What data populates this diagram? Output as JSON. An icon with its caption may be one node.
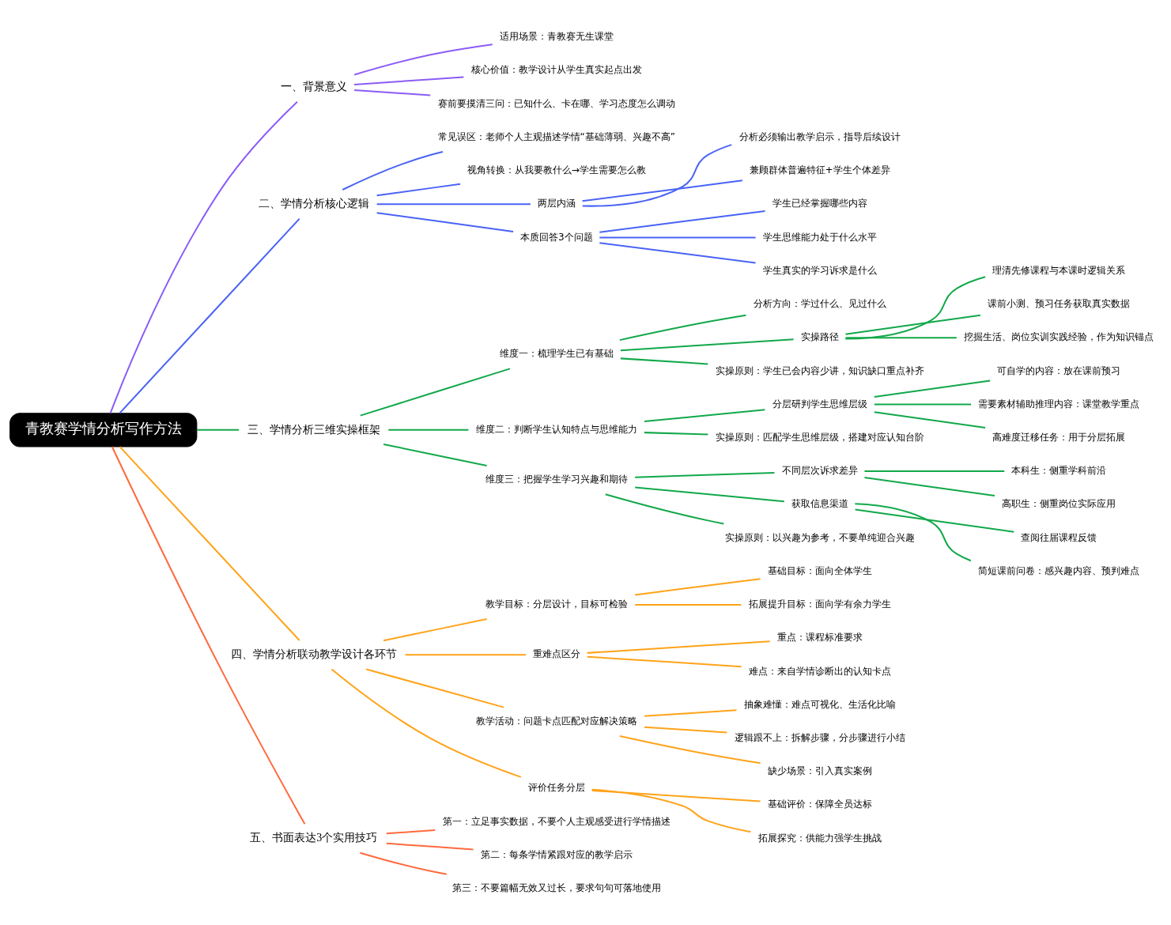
{
  "diagram": {
    "nodes": [
      {
        "text": [
          "青教赛学情分析写作方法"
        ]
      },
      {
        "text": [
          "一、背景意义"
        ]
      },
      {
        "text": [
          "适用场景：青教赛无生课堂"
        ]
      },
      {
        "text": [
          "核心价值：教学设计从学生真实起点出发"
        ]
      },
      {
        "text": [
          "赛前要摸清三问：已知什么、卡在哪、学习态度怎么调动"
        ]
      },
      {
        "text": [
          "二、学情分析核心逻辑"
        ]
      },
      {
        "text": [
          "常见误区：老师个人主观描述学情“基础薄弱、兴趣不高”"
        ]
      },
      {
        "text": [
          "视角转换：从我要教什么→学生需要怎么教"
        ]
      },
      {
        "text": [
          "两层内涵"
        ]
      },
      {
        "text": [
          "分析必须输出教学启示，指导后续设计"
        ]
      },
      {
        "text": [
          "兼顾群体普遍特征+学生个体差异"
        ]
      },
      {
        "text": [
          "本质回答3个问题"
        ]
      },
      {
        "text": [
          "学生已经掌握哪些内容"
        ]
      },
      {
        "text": [
          "学生思维能力处于什么水平"
        ]
      },
      {
        "text": [
          "学生真实的学习诉求是什么"
        ]
      },
      {
        "text": [
          "三、学情分析三维实操框架"
        ]
      },
      {
        "text": [
          "维度一：梳理学生已有基础"
        ]
      },
      {
        "text": [
          "分析方向：学过什么、见过什么"
        ]
      },
      {
        "text": [
          "实操路径"
        ]
      },
      {
        "text": [
          "理清先修课程与本课时逻辑关系"
        ]
      },
      {
        "text": [
          "课前小测、预习任务获取真实数据"
        ]
      },
      {
        "text": [
          "挖掘生活、岗位实训实践经验，作为知识锚点"
        ]
      },
      {
        "text": [
          "实操原则：学生已会内容少讲，知识缺口重点补齐"
        ]
      },
      {
        "text": [
          "维度二：判断学生认知特点与思维能力"
        ]
      },
      {
        "text": [
          "分层研判学生思维层级"
        ]
      },
      {
        "text": [
          "可自学的内容：放在课前预习"
        ]
      },
      {
        "text": [
          "需要素材辅助推理内容：课堂教学重点"
        ]
      },
      {
        "text": [
          "高难度迁移任务：用于分层拓展"
        ]
      },
      {
        "text": [
          "实操原则：匹配学生思维层级，搭建对应认知台阶"
        ]
      },
      {
        "text": [
          "维度三：把握学生学习兴趣和期待"
        ]
      },
      {
        "text": [
          "不同层次诉求差异"
        ]
      },
      {
        "text": [
          "本科生：侧重学科前沿"
        ]
      },
      {
        "text": [
          "高职生：侧重岗位实际应用"
        ]
      },
      {
        "text": [
          "获取信息渠道"
        ]
      },
      {
        "text": [
          "查阅往届课程反馈"
        ]
      },
      {
        "text": [
          "简短课前问卷：感兴趣内容、预判难点"
        ]
      },
      {
        "text": [
          "实操原则：以兴趣为参考，不要单纯迎合兴趣"
        ]
      },
      {
        "text": [
          "四、学情分析联动教学设计各环节"
        ]
      },
      {
        "text": [
          "教学目标：分层设计，目标可检验"
        ]
      },
      {
        "text": [
          "基础目标：面向全体学生"
        ]
      },
      {
        "text": [
          "拓展提升目标：面向学有余力学生"
        ]
      },
      {
        "text": [
          "重难点区分"
        ]
      },
      {
        "text": [
          "重点：课程标准要求"
        ]
      },
      {
        "text": [
          "难点：来自学情诊断出的认知卡点"
        ]
      },
      {
        "text": [
          "教学活动：问题卡点匹配对应解决策略"
        ]
      },
      {
        "text": [
          "抽象难懂：难点可视化、生活化比喻"
        ]
      },
      {
        "text": [
          "逻辑跟不上：拆解步骤，分步骤进行小结"
        ]
      },
      {
        "text": [
          "缺少场景：引入真实案例"
        ]
      },
      {
        "text": [
          "评价任务分层"
        ]
      },
      {
        "text": [
          "基础评价：保障全员达标"
        ]
      },
      {
        "text": [
          "拓展探究：供能力强学生挑战"
        ]
      },
      {
        "text": [
          "五、书面表达3个实用技巧"
        ]
      },
      {
        "text": [
          "第一：立足事实数据，不要个人主观感受进行学情描述"
        ]
      },
      {
        "text": [
          "第二：每条学情紧跟对应的教学启示"
        ]
      },
      {
        "text": [
          "第三：不要篇幅无效又过长，要求句句可落地使用"
        ]
      }
    ],
    "edges": [
      {
        "from": 0,
        "to": 1,
        "arrow": "none",
        "color": "#8b5cf6"
      },
      {
        "from": 1,
        "to": 2,
        "arrow": "none",
        "color": "#8b5cf6"
      },
      {
        "from": 1,
        "to": 3,
        "arrow": "none",
        "color": "#8b5cf6"
      },
      {
        "from": 1,
        "to": 4,
        "arrow": "none",
        "color": "#8b5cf6"
      },
      {
        "from": 0,
        "to": 5,
        "arrow": "none",
        "color": "#4a63f5"
      },
      {
        "from": 5,
        "to": 6,
        "arrow": "none",
        "color": "#4a63f5"
      },
      {
        "from": 5,
        "to": 7,
        "arrow": "none",
        "color": "#4a63f5"
      },
      {
        "from": 5,
        "to": 8,
        "arrow": "none",
        "color": "#4a63f5"
      },
      {
        "from": 8,
        "to": 9,
        "arrow": "none",
        "color": "#4a63f5"
      },
      {
        "from": 8,
        "to": 10,
        "arrow": "none",
        "color": "#4a63f5"
      },
      {
        "from": 5,
        "to": 11,
        "arrow": "none",
        "color": "#4a63f5"
      },
      {
        "from": 11,
        "to": 12,
        "arrow": "none",
        "color": "#4a63f5"
      },
      {
        "from": 11,
        "to": 13,
        "arrow": "none",
        "color": "#4a63f5"
      },
      {
        "from": 11,
        "to": 14,
        "arrow": "none",
        "color": "#4a63f5"
      },
      {
        "from": 0,
        "to": 15,
        "arrow": "none",
        "color": "#12a84a"
      },
      {
        "from": 15,
        "to": 16,
        "arrow": "none",
        "color": "#12a84a"
      },
      {
        "from": 16,
        "to": 17,
        "arrow": "none",
        "color": "#12a84a"
      },
      {
        "from": 16,
        "to": 18,
        "arrow": "none",
        "color": "#12a84a"
      },
      {
        "from": 18,
        "to": 19,
        "arrow": "none",
        "color": "#12a84a"
      },
      {
        "from": 18,
        "to": 20,
        "arrow": "none",
        "color": "#12a84a"
      },
      {
        "from": 18,
        "to": 21,
        "arrow": "none",
        "color": "#12a84a"
      },
      {
        "from": 16,
        "to": 22,
        "arrow": "none",
        "color": "#12a84a"
      },
      {
        "from": 15,
        "to": 23,
        "arrow": "none",
        "color": "#12a84a"
      },
      {
        "from": 23,
        "to": 24,
        "arrow": "none",
        "color": "#12a84a"
      },
      {
        "from": 24,
        "to": 25,
        "arrow": "none",
        "color": "#12a84a"
      },
      {
        "from": 24,
        "to": 26,
        "arrow": "none",
        "color": "#12a84a"
      },
      {
        "from": 24,
        "to": 27,
        "arrow": "none",
        "color": "#12a84a"
      },
      {
        "from": 23,
        "to": 28,
        "arrow": "none",
        "color": "#12a84a"
      },
      {
        "from": 15,
        "to": 29,
        "arrow": "none",
        "color": "#12a84a"
      },
      {
        "from": 29,
        "to": 30,
        "arrow": "none",
        "color": "#12a84a"
      },
      {
        "from": 30,
        "to": 31,
        "arrow": "none",
        "color": "#12a84a"
      },
      {
        "from": 30,
        "to": 32,
        "arrow": "none",
        "color": "#12a84a"
      },
      {
        "from": 29,
        "to": 33,
        "arrow": "none",
        "color": "#12a84a"
      },
      {
        "from": 33,
        "to": 34,
        "arrow": "none",
        "color": "#12a84a"
      },
      {
        "from": 33,
        "to": 35,
        "arrow": "none",
        "color": "#12a84a"
      },
      {
        "from": 29,
        "to": 36,
        "arrow": "none",
        "color": "#12a84a"
      },
      {
        "from": 0,
        "to": 37,
        "arrow": "none",
        "color": "#ffa31a"
      },
      {
        "from": 37,
        "to": 38,
        "arrow": "none",
        "color": "#ffa31a"
      },
      {
        "from": 38,
        "to": 39,
        "arrow": "none",
        "color": "#ffa31a"
      },
      {
        "from": 38,
        "to": 40,
        "arrow": "none",
        "color": "#ffa31a"
      },
      {
        "from": 37,
        "to": 41,
        "arrow": "none",
        "color": "#ffa31a"
      },
      {
        "from": 41,
        "to": 42,
        "arrow": "none",
        "color": "#ffa31a"
      },
      {
        "from": 41,
        "to": 43,
        "arrow": "none",
        "color": "#ffa31a"
      },
      {
        "from": 37,
        "to": 44,
        "arrow": "none",
        "color": "#ffa31a"
      },
      {
        "from": 44,
        "to": 45,
        "arrow": "none",
        "color": "#ffa31a"
      },
      {
        "from": 44,
        "to": 46,
        "arrow": "none",
        "color": "#ffa31a"
      },
      {
        "from": 44,
        "to": 47,
        "arrow": "none",
        "color": "#ffa31a"
      },
      {
        "from": 37,
        "to": 48,
        "arrow": "none",
        "color": "#ffa31a"
      },
      {
        "from": 48,
        "to": 49,
        "arrow": "none",
        "color": "#ffa31a"
      },
      {
        "from": 48,
        "to": 50,
        "arrow": "none",
        "color": "#ffa31a"
      },
      {
        "from": 0,
        "to": 51,
        "arrow": "none",
        "color": "#ff6a3d"
      },
      {
        "from": 51,
        "to": 52,
        "arrow": "none",
        "color": "#ff6a3d"
      },
      {
        "from": 51,
        "to": 53,
        "arrow": "none",
        "color": "#ff6a3d"
      },
      {
        "from": 51,
        "to": 54,
        "arrow": "none",
        "color": "#ff6a3d"
      }
    ]
  }
}
